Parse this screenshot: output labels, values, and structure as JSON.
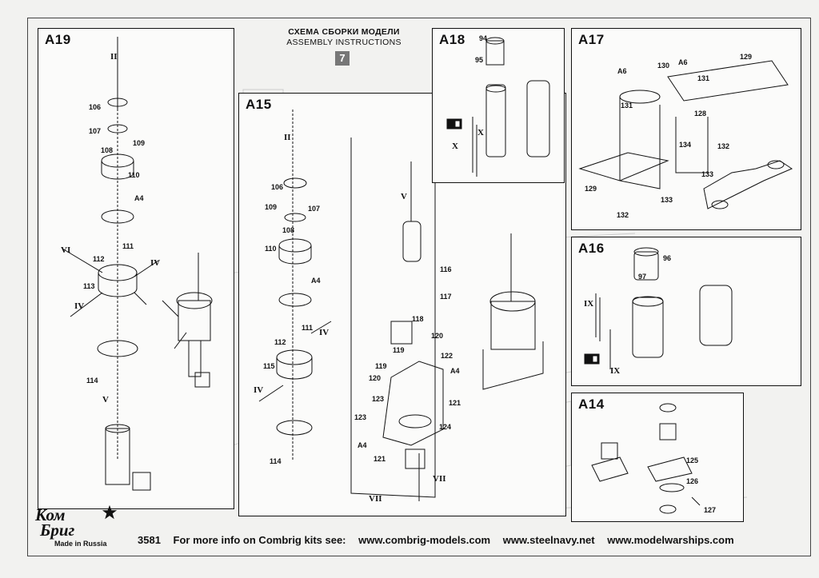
{
  "header": {
    "title_ru": "СХЕМА СБОРКИ МОДЕЛИ",
    "title_en": "ASSEMBLY INSTRUCTIONS",
    "page_number": "7"
  },
  "panels": {
    "a19": {
      "title": "A19",
      "labels": [
        "II",
        "106",
        "107",
        "108",
        "109",
        "110",
        "A4",
        "111",
        "112",
        "VI",
        "IV",
        "113",
        "IV",
        "114",
        "V"
      ]
    },
    "a15": {
      "title": "A15",
      "labels": [
        "II",
        "106",
        "109",
        "107",
        "108",
        "110",
        "A4",
        "111",
        "IV",
        "112",
        "115",
        "IV",
        "114",
        "V",
        "116",
        "117",
        "118",
        "120",
        "119",
        "120",
        "119",
        "122",
        "A4",
        "123",
        "121",
        "124",
        "123",
        "A4",
        "121",
        "VII",
        "VII"
      ]
    },
    "a18": {
      "title": "A18",
      "labels": [
        "94",
        "95",
        "X",
        "X"
      ]
    },
    "a17": {
      "title": "A17",
      "labels": [
        "A6",
        "130",
        "A6",
        "131",
        "129",
        "131",
        "128",
        "134",
        "132",
        "133",
        "129",
        "133",
        "132"
      ]
    },
    "a16": {
      "title": "A16",
      "labels": [
        "96",
        "97",
        "IX",
        "IX"
      ]
    },
    "a14": {
      "title": "A14",
      "labels": [
        "125",
        "126",
        "127"
      ]
    }
  },
  "footer": {
    "code": "3581",
    "info": "For more info on Combrig kits see:",
    "links": [
      "www.combrig-models.com",
      "www.steelnavy.net",
      "www.modelwarships.com"
    ]
  },
  "logo": {
    "line1": "Ком",
    "line2": "Бриг",
    "tagline": "Made in Russia"
  }
}
